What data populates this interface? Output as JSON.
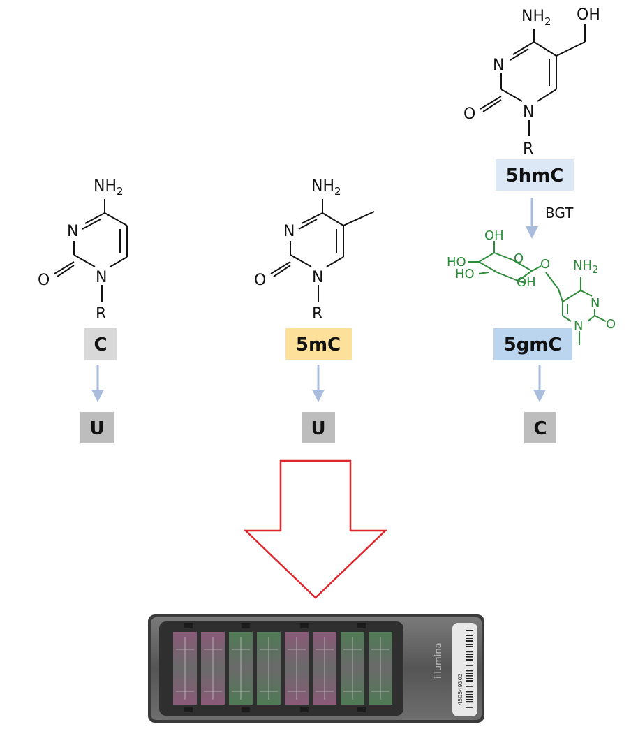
{
  "molecules": {
    "c": {
      "amine": "NH",
      "amine_sub": "2",
      "ring_n": "N",
      "n1": "N",
      "o": "O",
      "r": "R",
      "label": "C",
      "product": "U"
    },
    "m5c": {
      "amine": "NH",
      "amine_sub": "2",
      "ring_n": "N",
      "n1": "N",
      "o": "O",
      "r": "R",
      "label": "5mC",
      "product": "U"
    },
    "hm5c": {
      "amine": "NH",
      "amine_sub": "2",
      "hydroxyl": "OH",
      "ring_n": "N",
      "n1": "N",
      "o": "O",
      "r": "R",
      "label": "5hmC",
      "enzyme": "BGT"
    },
    "gm5c": {
      "oh_top": "OH",
      "ho_1": "HO",
      "ho_2": "HO",
      "oh_bottom": "OH",
      "ring_o": "O",
      "link_o": "O",
      "amine": "NH",
      "amine_sub": "2",
      "ring_n": "N",
      "n1": "N",
      "o": "O",
      "label": "5gmC",
      "product": "C"
    }
  },
  "flowcell": {
    "brand": "illumina",
    "serial": "450549302"
  },
  "colors": {
    "arrow_blue": "#a9bcdc",
    "label_c_bg": "#d8d8d8",
    "label_u_bg": "#bdbdbd",
    "label_5mc_bg": "#fde09a",
    "label_5hmc_bg": "#dce8f5",
    "label_5gmc_bg": "#bcd5ee",
    "glucose_green": "#2e8b3a",
    "big_arrow_red": "#e0262d"
  }
}
